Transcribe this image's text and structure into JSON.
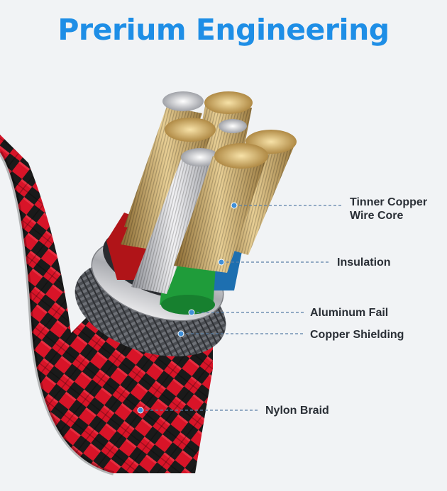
{
  "title": "Prerium Engineering",
  "colors": {
    "title": "#1e8ee6",
    "callout_line": "#5a7fa6",
    "callout_dot": "#3f8fd8",
    "braid_red": "#d81428",
    "braid_black": "#1a1a1a",
    "insulation_red": "#b01418",
    "insulation_green": "#1f9c3a",
    "insulation_blue": "#1d6fb0",
    "copper_wire": "#c9a86a",
    "tinned_wire": "#c8c8cc"
  },
  "callouts": [
    {
      "id": "tinner-copper",
      "label": "Tinner Copper\nWire Core"
    },
    {
      "id": "insulation",
      "label": "Insulation"
    },
    {
      "id": "aluminum-fail",
      "label": "Aluminum Fail"
    },
    {
      "id": "copper-shielding",
      "label": "Copper Shielding"
    },
    {
      "id": "nylon-braid",
      "label": "Nylon Braid"
    }
  ]
}
